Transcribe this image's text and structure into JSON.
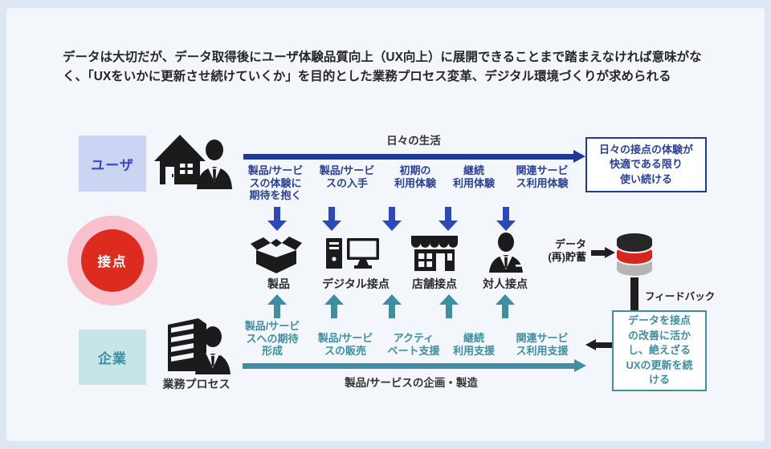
{
  "intro": {
    "text": "データは大切だが、データ取得後にユーザ体験品質向上（UX向上）に展開できることまで踏まえなければ意味がなく、「UXをいかに更新させ続けていくか」を目的とした業務プロセス変革、デジタル環境づくりが求められる"
  },
  "legend": {
    "user": "ユーザ",
    "touchpoint": "接点",
    "company": "企業",
    "company_caption": "業務プロセス"
  },
  "top_flow": {
    "axis": "日々の生活",
    "stages": [
      "製品/サービ\nスの体験に\n期待を抱く",
      "製品/サービ\nスの入手",
      "初期の\n利用体験",
      "継続\n利用体験",
      "関連サービ\nス利用体験"
    ],
    "outcome": "日々の接点の体験が\n快適である限り\n使い続ける"
  },
  "middle": {
    "touchpoints": [
      "製品",
      "デジタル接点",
      "店舗接点",
      "対人接点"
    ],
    "data_store": "データ\n(再)貯蓄",
    "feedback": "フィードバック"
  },
  "bottom_flow": {
    "axis": "製品/サービスの企画・製造",
    "stages": [
      "製品/サービ\nスへの期待\n形成",
      "製品/サービ\nスの販売",
      "アクティ\nベート支援",
      "継続\n利用支援",
      "関連サービ\nス利用支援"
    ],
    "outcome": "データを接点\nの改善に活か\nし、絶えざる\nUXの更新を続\nける"
  },
  "colors": {
    "outer_background": "#dde6f3",
    "panel_background": "#f3f6fb",
    "navy_arrow": "#1c3a97",
    "blue_block_arrow": "#2b49bc",
    "navy_label": "#2a4193",
    "teal": "#3e8fa0",
    "user_box_bg": "#cbd4f3",
    "user_text": "#3b49c1",
    "company_box_bg": "#c5e5e7",
    "touchpoint_red": "#dd2b20",
    "touchpoint_pink": "#f8c0ca",
    "database_red": "#d7261c",
    "database_gray": "#b5b5b5",
    "black": "#1f1f1f"
  }
}
